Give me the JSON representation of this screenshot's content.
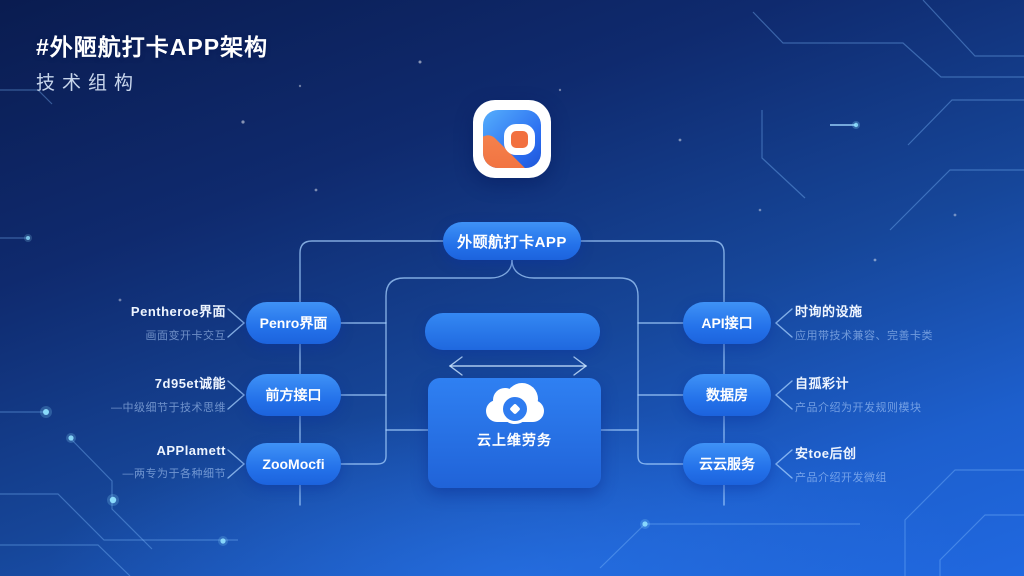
{
  "header": {
    "title": "#外陋航打卡APP架构",
    "subtitle": "技术组构"
  },
  "root_node": {
    "label": "外颐航打卡APP"
  },
  "left_nodes": [
    {
      "pill": "Penro界面",
      "title": "Pentheroe界面",
      "subtitle": "画面变开卡交互"
    },
    {
      "pill": "前方接口",
      "title": "7d95et诚能",
      "subtitle": "—中级细节于技术思维"
    },
    {
      "pill": "ZooMocfi",
      "title": "APPlamett",
      "subtitle": "—两专为于各种细节"
    }
  ],
  "right_nodes": [
    {
      "pill": "API接口",
      "title": "时询的设施",
      "subtitle": "应用带技术兼容、完善卡类"
    },
    {
      "pill": "数据房",
      "title": "自孤彩计",
      "subtitle": "产品介绍为开发规则模块"
    },
    {
      "pill": "云云服务",
      "title": "安toe后创",
      "subtitle": "产品介绍开发微组"
    }
  ],
  "center": {
    "cloud_label": "云上维劳务"
  },
  "icons": {
    "app_logo": "app-logo-icon",
    "cloud": "cloud-icon"
  },
  "colors": {
    "pill_blue": "#2e7ff0",
    "background_top": "#0a1c50",
    "background_bottom": "#2068e0",
    "connector_line": "#9cc6f5",
    "accent_orange": "#f2703f",
    "glow_dot": "#8fe0ff"
  }
}
